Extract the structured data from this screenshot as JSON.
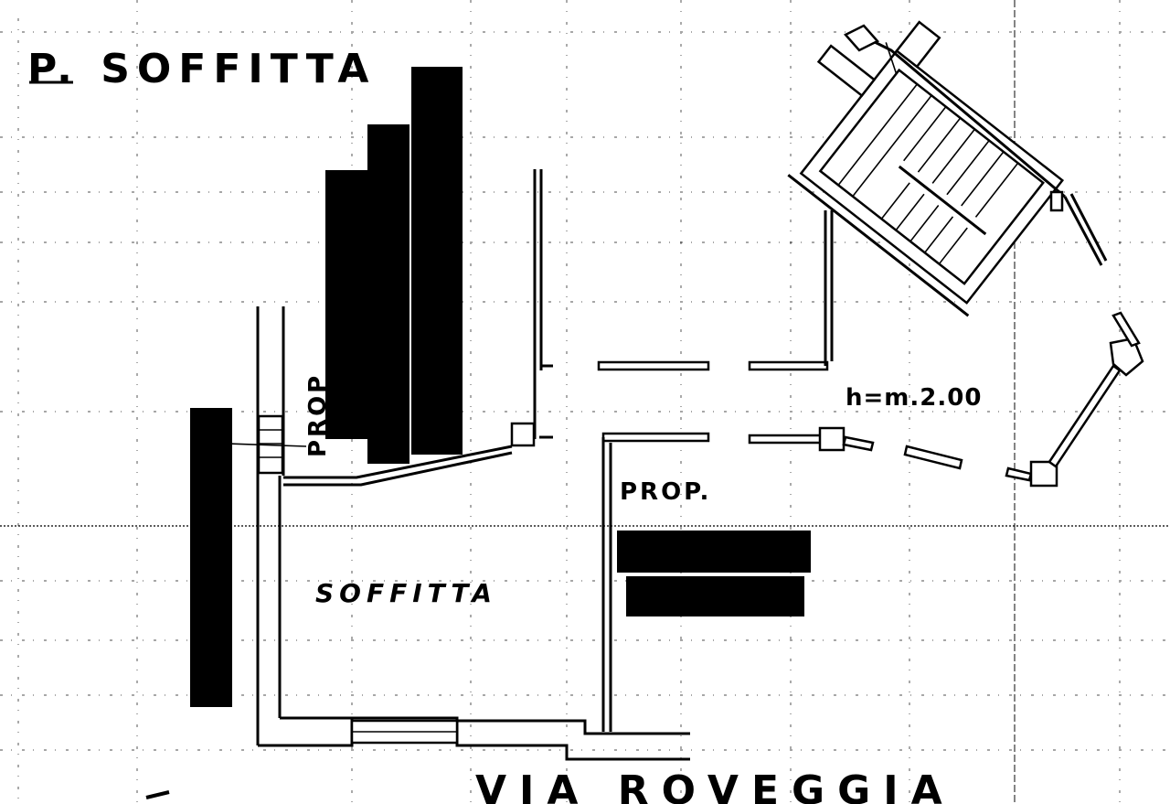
{
  "title": "P. SOFFITTA",
  "labels": {
    "prop_left": "PROP",
    "prop_right": "PROP.",
    "room": "SOFFITTA",
    "height_note": "h=m.2.00",
    "street": "VIA ROVEGGIA"
  }
}
